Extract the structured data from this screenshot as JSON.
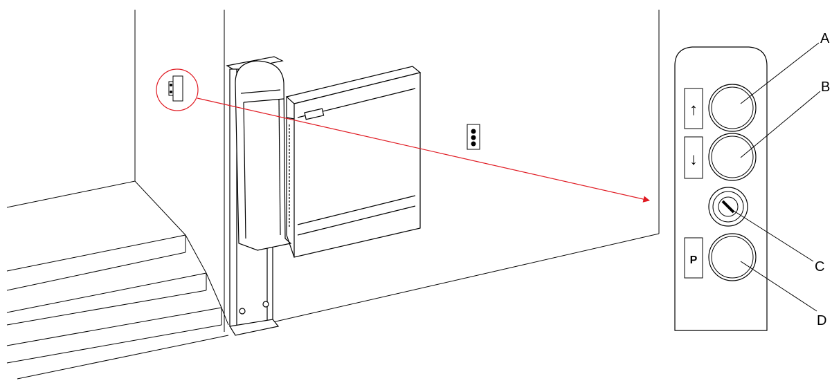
{
  "diagram": {
    "callouts": [
      {
        "id": "A",
        "label": "A",
        "target": "up-button"
      },
      {
        "id": "B",
        "label": "B",
        "target": "down-button"
      },
      {
        "id": "C",
        "label": "C",
        "target": "key-switch"
      },
      {
        "id": "D",
        "label": "D",
        "target": "p-button"
      }
    ],
    "panel_symbols": {
      "up": "↑",
      "down": "↓",
      "p": "P"
    },
    "colors": {
      "line": "#000000",
      "highlight": "#e01a22",
      "background": "#ffffff"
    }
  }
}
